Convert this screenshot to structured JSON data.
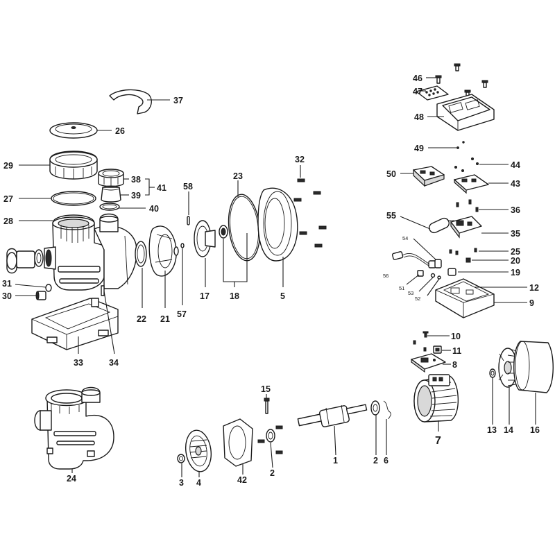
{
  "callouts": {
    "c1": "1",
    "c2a": "2",
    "c2b": "2",
    "c3": "3",
    "c4": "4",
    "c5": "5",
    "c6": "6",
    "c7": "7",
    "c8": "8",
    "c9": "9",
    "c10": "10",
    "c11": "11",
    "c12": "12",
    "c13": "13",
    "c14": "14",
    "c15": "15",
    "c16": "16",
    "c17": "17",
    "c18": "18",
    "c19": "19",
    "c20": "20",
    "c21": "21",
    "c22": "22",
    "c23": "23",
    "c24": "24",
    "c25": "25",
    "c26": "26",
    "c27": "27",
    "c28": "28",
    "c29": "29",
    "c30": "30",
    "c31": "31",
    "c32": "32",
    "c33": "33",
    "c34": "34",
    "c35": "35",
    "c36": "36",
    "c37": "37",
    "c38": "38",
    "c39": "39",
    "c40": "40",
    "c41": "41",
    "c42": "42",
    "c43": "43",
    "c44": "44",
    "c46": "46",
    "c47": "47",
    "c48": "48",
    "c49": "49",
    "c50": "50",
    "c51": "51",
    "c52": "52",
    "c53": "53",
    "c54": "54",
    "c55": "55",
    "c56": "56",
    "c57": "57",
    "c58": "58"
  },
  "colors": {
    "line": "#1a1a1a",
    "background": "#ffffff",
    "shade": "#d9d9d9"
  }
}
